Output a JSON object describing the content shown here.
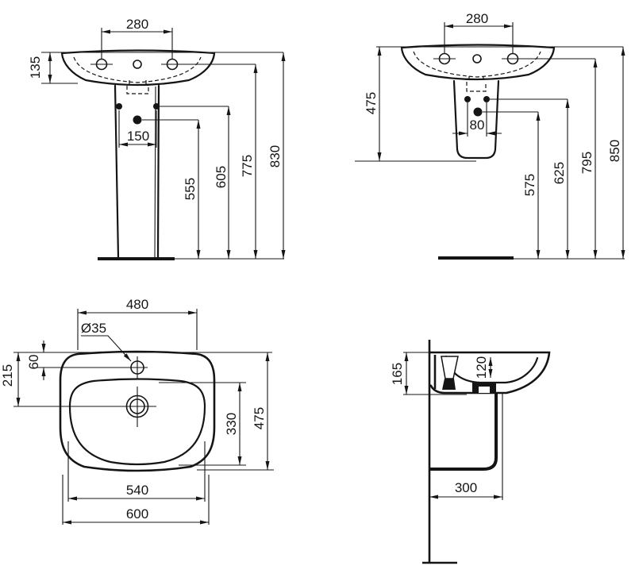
{
  "drawing": {
    "type": "technical-drawing",
    "subject": "Washbasin with pedestal - dimensioned installation drawing (mm)",
    "views": {
      "front_full_pedestal": {
        "dims": {
          "tap_hole_spacing": "280",
          "rim_drop": "135",
          "bolt_spacing": "150",
          "trap_height": "555",
          "bolt_height": "605",
          "fixing_height": "775",
          "rim_height": "830"
        }
      },
      "front_half_pedestal": {
        "dims": {
          "tap_hole_spacing": "280",
          "shroud_height": "475",
          "bolt_spacing": "80",
          "trap_height": "575",
          "bolt_height": "625",
          "fixing_height": "795",
          "rim_height": "850"
        }
      },
      "plan": {
        "dims": {
          "rear_width": "480",
          "tap_hole_diameter": "Ø35",
          "tap_hole_offset": "60",
          "drain_offset": "215",
          "bowl_length": "330",
          "overall_depth": "475",
          "bowl_width": "540",
          "overall_width": "600"
        }
      },
      "side": {
        "dims": {
          "rim_to_underside": "165",
          "bowl_depth": "120",
          "shroud_depth": "300"
        }
      }
    }
  }
}
